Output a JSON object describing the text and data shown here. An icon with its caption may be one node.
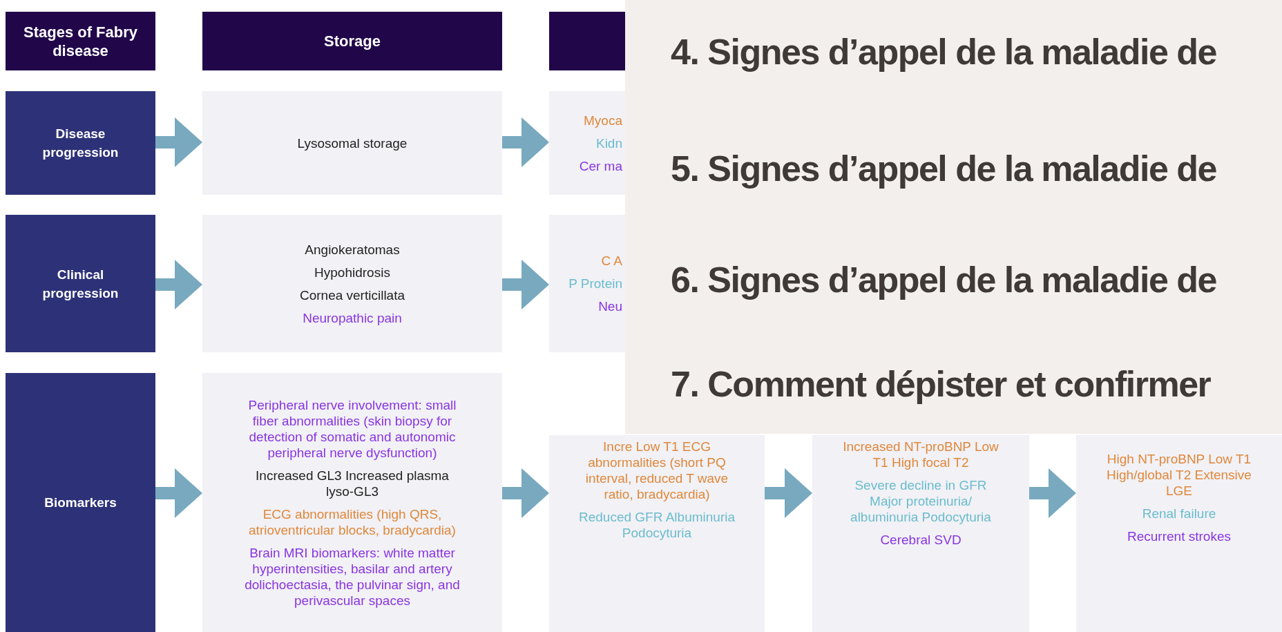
{
  "diagram": {
    "nodes": [
      {
        "text": [
          "Stages of Fabry disease"
        ]
      },
      {
        "text": [
          "Storage"
        ]
      },
      {
        "text": [],
        "shape": "box"
      },
      {
        "text": [
          "Disease progression"
        ]
      },
      {
        "text": [
          "Lysosomal storage"
        ]
      },
      {
        "text": [
          "Myoca",
          "Kidn",
          "Cer ma"
        ]
      },
      {
        "text": [
          "Clinical progression"
        ]
      },
      {
        "text": [
          "Angiokeratomas",
          "Hypohidrosis",
          "Cornea verticillata",
          "Neuropathic pain"
        ]
      },
      {
        "text": [
          "C A",
          "P Protein",
          "Neu"
        ]
      },
      {
        "text": [
          "Biomarkers"
        ]
      },
      {
        "text": [
          "Peripheral nerve involvement: small fiber abnormalities (skin biopsy for detection of somatic and autonomic peripheral nerve dysfunction)",
          "Increased GL3 Increased plasma lyso-GL3",
          "ECG abnormalities (high QRS, atrioventricular blocks, bradycardia)",
          "Brain MRI biomarkers: white matter hyperintensities, basilar and artery dolichoectasia, the pulvinar sign, and perivascular spaces"
        ]
      },
      {
        "text": [
          "Incre Low T1 ECG abnormalities (short PQ interval, reduced T wave ratio, bradycardia)",
          "Reduced GFR Albuminuria Podocyturia"
        ]
      },
      {
        "text": [
          "Increased NT-proBNP Low T1 High focal T2",
          "Severe decline in GFR Major proteinuria/ albuminuria Podocyturia",
          "Cerebral SVD"
        ]
      },
      {
        "text": [
          "High NT-proBNP Low T1 High/global T2 Extensive LGE",
          "Renal failure",
          "Recurrent strokes"
        ]
      }
    ],
    "edges": [
      {
        "from": 3,
        "to": 4,
        "arrow": "to"
      },
      {
        "from": 4,
        "to": 5,
        "arrow": "to"
      },
      {
        "from": 6,
        "to": 7,
        "arrow": "to"
      },
      {
        "from": 7,
        "to": 8,
        "arrow": "to"
      },
      {
        "from": 9,
        "to": 10,
        "arrow": "to"
      },
      {
        "from": 10,
        "to": 11,
        "arrow": "to"
      },
      {
        "from": 11,
        "to": 12,
        "arrow": "to"
      },
      {
        "from": 12,
        "to": 13,
        "arrow": "to"
      }
    ],
    "labels": [
      "4. Signes d’appel de la maladie de",
      "5. Signes d’appel de la maladie de",
      "6. Signes d’appel de la maladie de",
      "7. Comment dépister et confirmer"
    ]
  }
}
